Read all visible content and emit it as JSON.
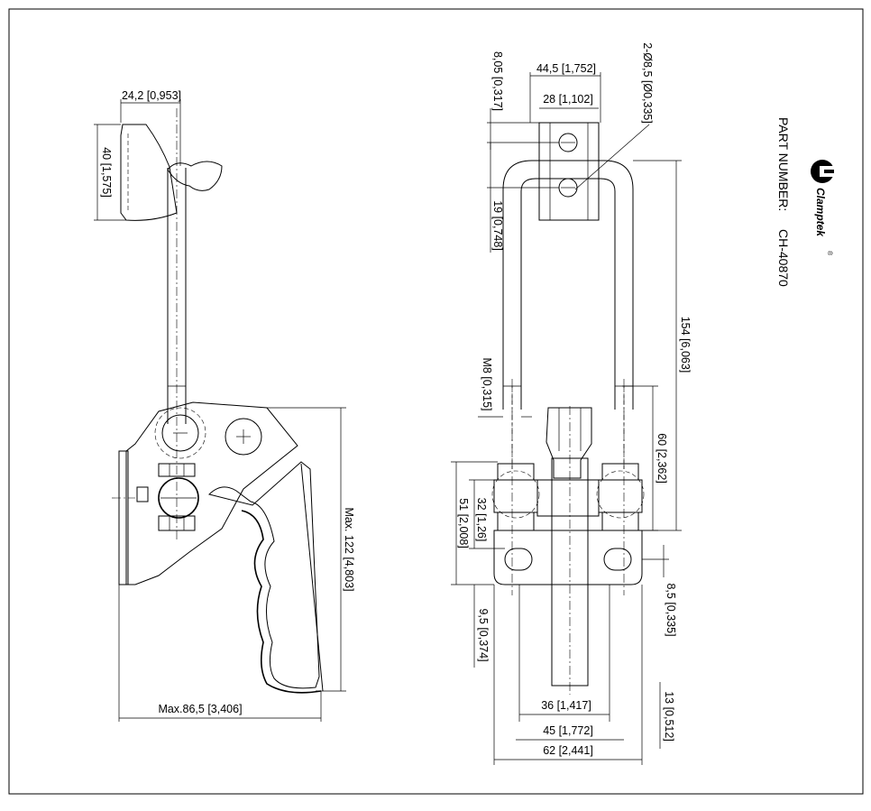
{
  "brand": {
    "name": "Clamptek",
    "mark": "®"
  },
  "part": {
    "label": "PART NUMBER:",
    "number": "CH-40870"
  },
  "side_view": {
    "dim_top_width": "24,2 [0,953]",
    "dim_hook_height": "40 [1,575]",
    "dim_max_height": "Max. 122 [4,803]",
    "dim_max_width": "Max.86,5 [3,406]"
  },
  "front_view": {
    "dim_slot_width": "8,05 [0,317]",
    "dim_hole_span": "44,5 [1,752]",
    "dim_plate_width": "28 [1,102]",
    "dim_hole_dia": "2-Ø8,5 [Ø0,335]",
    "dim_hole_pitch": "19 [0,748]",
    "dim_total_height": "154 [6,063]",
    "dim_thread": "M8 [0,315]",
    "dim_travel": "60 [2,362]",
    "dim_bolt_span": "32 [1,26]",
    "dim_base_height": "51 [2,008]",
    "dim_slot_offset": "8,5 [0,335]",
    "dim_base_thick": "9,5 [0,374]",
    "dim_arm_width": "13 [0,512]",
    "dim_mount_pitch": "36 [1,417]",
    "dim_mount_span": "45 [1,772]",
    "dim_base_width": "62 [2,441]"
  }
}
